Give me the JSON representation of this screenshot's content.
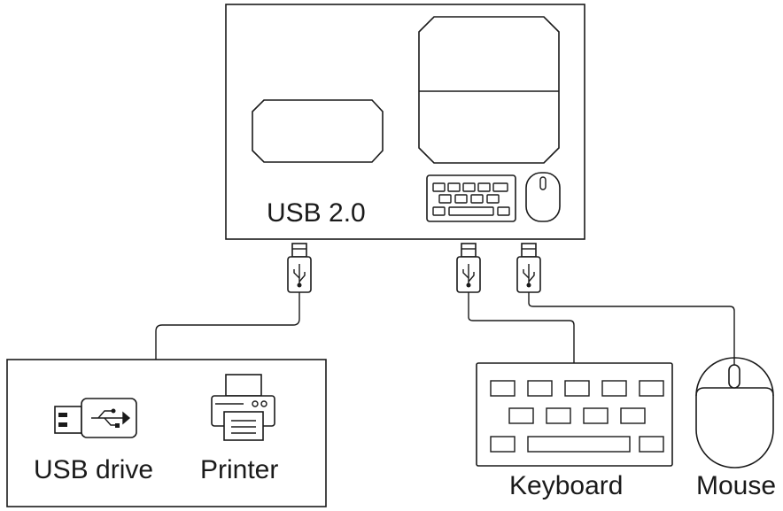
{
  "hub": {
    "label": "USB 2.0"
  },
  "devices": {
    "usb_drive": {
      "label": "USB drive",
      "icon": "usb-drive-icon"
    },
    "printer": {
      "label": "Printer",
      "icon": "printer-icon"
    },
    "keyboard": {
      "label": "Keyboard",
      "icon": "keyboard-icon"
    },
    "mouse": {
      "label": "Mouse",
      "icon": "mouse-icon"
    }
  },
  "colors": {
    "stroke": "#1a1a1a",
    "background": "#ffffff"
  }
}
